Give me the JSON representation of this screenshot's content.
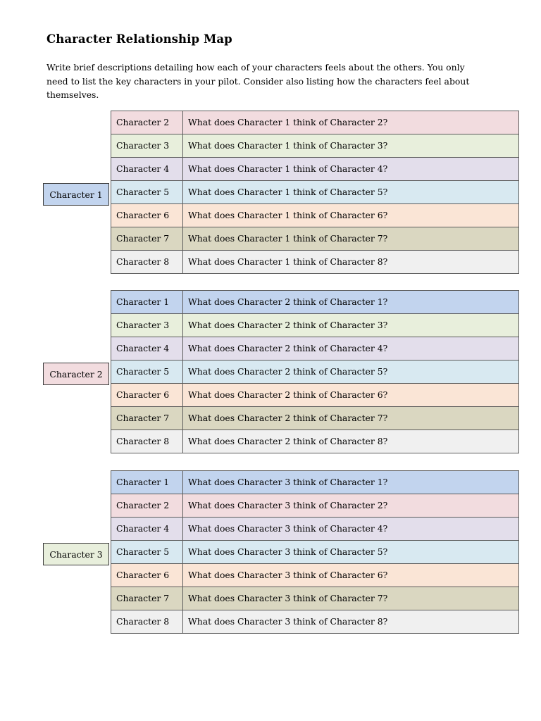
{
  "document": {
    "title": "Character Relationship Map",
    "intro": "Write brief descriptions detailing how each of your characters feels about the others.  You only need to list the key characters in your pilot.  Consider also listing how the characters feel about themselves."
  },
  "colors": {
    "rose": "#f2dcdf",
    "green": "#e8efdc",
    "lavender": "#e3deeb",
    "blue": "#d8e9f1",
    "peach": "#fae5d6",
    "khaki": "#dad7c1",
    "gray": "#f0f0f0",
    "steel": "#c2d4ee",
    "border": "#5b5b5b"
  },
  "blocks": [
    {
      "label": "Character 1",
      "rows": [
        {
          "name": "Character 2",
          "prompt": "What does Character 1 think of Character 2?"
        },
        {
          "name": "Character 3",
          "prompt": "What does Character 1 think of Character 3?"
        },
        {
          "name": "Character 4",
          "prompt": "What does Character 1 think of Character 4?"
        },
        {
          "name": "Character 5",
          "prompt": "What does Character 1 think of Character 5?"
        },
        {
          "name": "Character 6",
          "prompt": "What does Character 1 think of Character 6?"
        },
        {
          "name": "Character 7",
          "prompt": "What does Character 1 think of Character 7?"
        },
        {
          "name": "Character 8",
          "prompt": "What does Character 1 think of Character 8?"
        }
      ]
    },
    {
      "label": "Character 2",
      "rows": [
        {
          "name": "Character 1",
          "prompt": "What does Character 2 think of Character 1?"
        },
        {
          "name": "Character 3",
          "prompt": "What does Character 2 think of Character 3?"
        },
        {
          "name": "Character 4",
          "prompt": "What does Character 2 think of Character 4?"
        },
        {
          "name": "Character 5",
          "prompt": "What does Character 2 think of Character 5?"
        },
        {
          "name": "Character 6",
          "prompt": "What does Character 2 think of Character 6?"
        },
        {
          "name": "Character 7",
          "prompt": "What does Character 2 think of Character 7?"
        },
        {
          "name": "Character 8",
          "prompt": "What does Character 2 think of Character 8?"
        }
      ]
    },
    {
      "label": "Character 3",
      "rows": [
        {
          "name": "Character 1",
          "prompt": "What does Character 3 think of Character 1?"
        },
        {
          "name": "Character 2",
          "prompt": "What does Character 3 think of Character 2?"
        },
        {
          "name": "Character 4",
          "prompt": "What does Character 3 think of Character 4?"
        },
        {
          "name": "Character 5",
          "prompt": "What does Character 3 think of Character 5?"
        },
        {
          "name": "Character 6",
          "prompt": "What does Character 3 think of Character 6?"
        },
        {
          "name": "Character 7",
          "prompt": "What does Character 3 think of Character 7?"
        },
        {
          "name": "Character 8",
          "prompt": "What does Character 3 think of Character 8?"
        }
      ]
    }
  ]
}
